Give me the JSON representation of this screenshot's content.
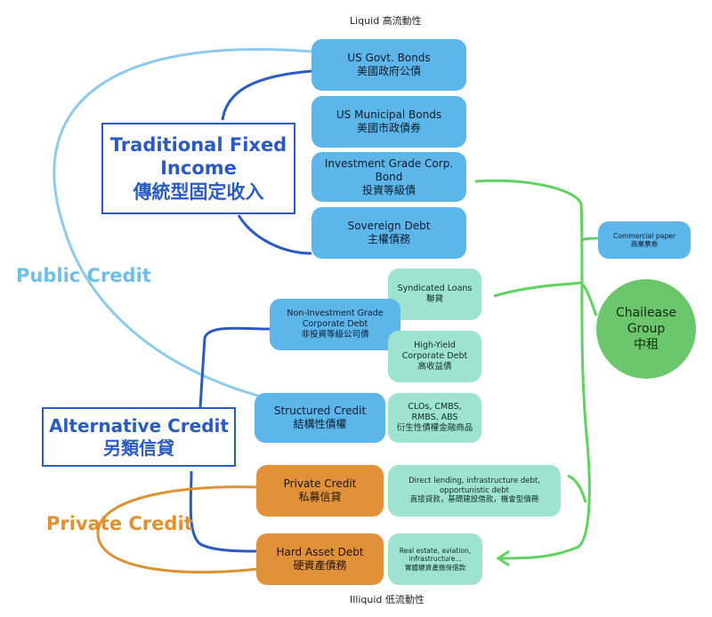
{
  "liquid_label": "Liquid 高流動性",
  "illiquid_label": "Illiquid 低流動性",
  "traditional": {
    "en_line1": "Traditional Fixed",
    "en_line2": "Income",
    "zh": "傳統型固定收入"
  },
  "alternative": {
    "en": "Alternative Credit",
    "zh": "另類信貸"
  },
  "public_credit": "Public Credit",
  "private_credit_label": "Private Credit",
  "nodes": {
    "us_govt": {
      "en": "US Govt. Bonds",
      "zh": "美國政府公債"
    },
    "us_muni": {
      "en": "US Municipal Bonds",
      "zh": "美國市政債券"
    },
    "ig_corp": {
      "en1": "Investment Grade Corp.",
      "en2": "Bond",
      "zh": "投資等級債"
    },
    "sovereign": {
      "en": "Sovereign Debt",
      "zh": "主權債務"
    },
    "non_ig": {
      "en1": "Non-Investment Grade",
      "en2": "Corporate Debt",
      "zh": "非投資等級公司債"
    },
    "syndicated": {
      "en": "Syndicated Loans",
      "zh": "聯貸"
    },
    "high_yield": {
      "en1": "High-Yield",
      "en2": "Corporate Debt",
      "zh": "高收益債"
    },
    "structured": {
      "en": "Structured Credit",
      "zh": "結構性債權"
    },
    "clos": {
      "en1": "CLOs, CMBS,",
      "en2": "RMBS, ABS",
      "zh": "衍生性債權金融商品"
    },
    "private_credit": {
      "en": "Private Credit",
      "zh": "私募信貸"
    },
    "direct_lending": {
      "en1": "Direct lending, infrastructure debt,",
      "en2": "opportunistic debt",
      "zh": "直接貸款，基礎建設借款，機會型債務"
    },
    "hard_asset": {
      "en": "Hard Asset Debt",
      "zh": "硬資產債務"
    },
    "real_estate": {
      "en1": "Real estate, aviation,",
      "en2": "infrastructure...",
      "zh": "實體硬資產擔保借款"
    },
    "commercial_paper": {
      "en": "Commercial paper",
      "zh": "商業票券"
    }
  },
  "chailease": {
    "line1": "Chailease",
    "line2": "Group",
    "zh": "中租"
  },
  "colors": {
    "node_blue": "#5db6ea",
    "node_teal": "#9ee3cf",
    "node_orange": "#e1913a",
    "label_box_blue": "#2a5bc4",
    "public_credit_text": "#6cbfe8",
    "private_credit_text": "#e0912f",
    "chailease_green": "#6cc66b",
    "connector_green": "#5fd35f"
  }
}
